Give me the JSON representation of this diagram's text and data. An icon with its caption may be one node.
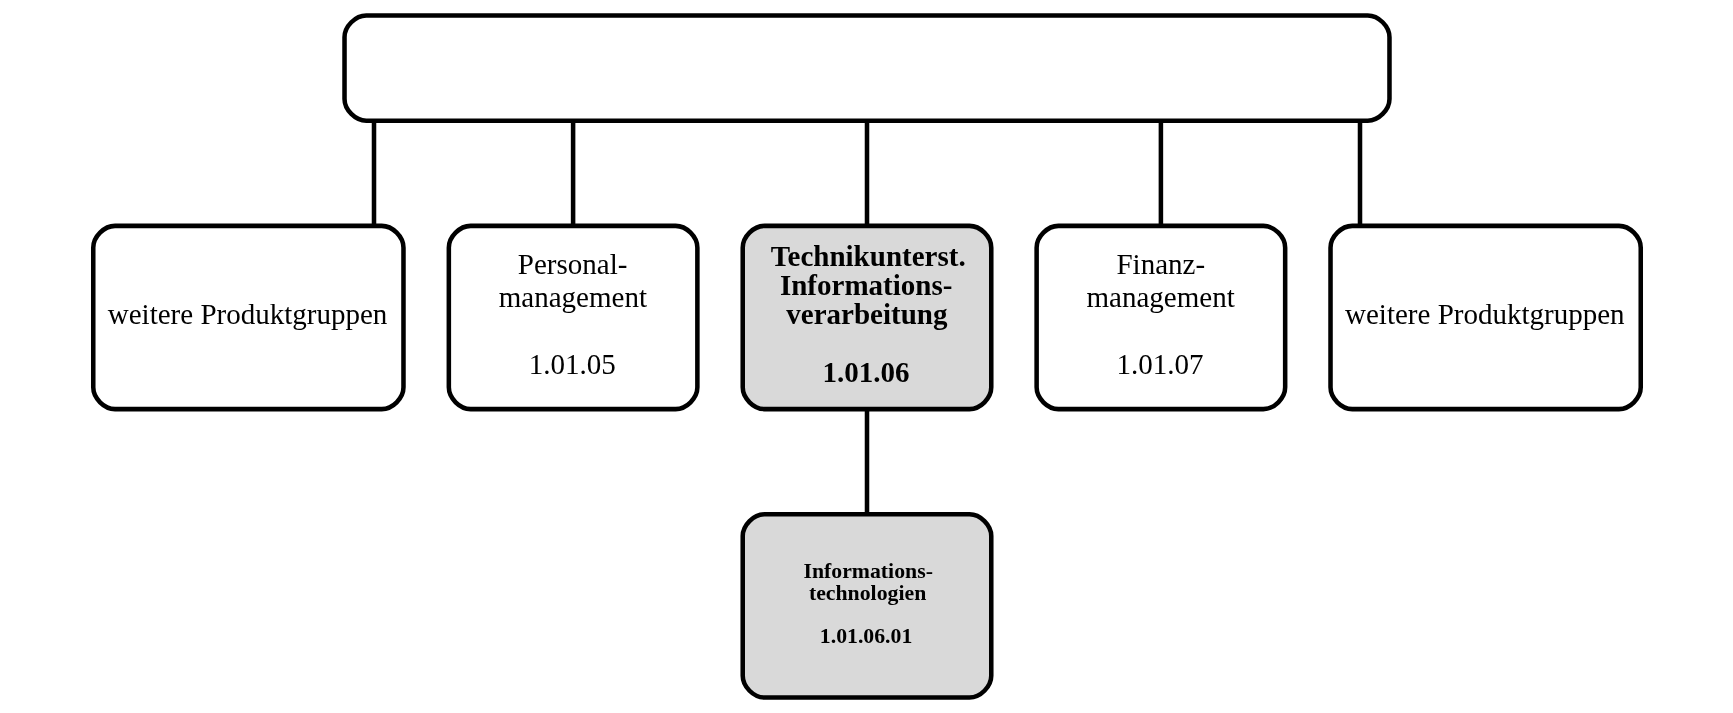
{
  "diagram": {
    "nodes": [
      {
        "text": [],
        "shape": "box"
      },
      {
        "text": [
          "weitere Produktgruppen"
        ]
      },
      {
        "text": [
          "Personal- management",
          "1.01.05"
        ]
      },
      {
        "text": [
          "Technikunterst. Informations- verarbeitung",
          "1.01.06"
        ]
      },
      {
        "text": [
          "Finanz- management",
          "1.01.07"
        ]
      },
      {
        "text": [
          "weitere Produktgruppen"
        ]
      },
      {
        "text": [
          "Informations- technologien",
          "1.01.06.01"
        ]
      }
    ],
    "edges": [
      {
        "from": 0,
        "to": 1,
        "arrow": "none"
      },
      {
        "from": 0,
        "to": 2,
        "arrow": "none"
      },
      {
        "from": 0,
        "to": 3,
        "arrow": "none"
      },
      {
        "from": 0,
        "to": 4,
        "arrow": "none"
      },
      {
        "from": 0,
        "to": 5,
        "arrow": "none"
      },
      {
        "from": 3,
        "to": 6,
        "arrow": "none"
      }
    ]
  }
}
